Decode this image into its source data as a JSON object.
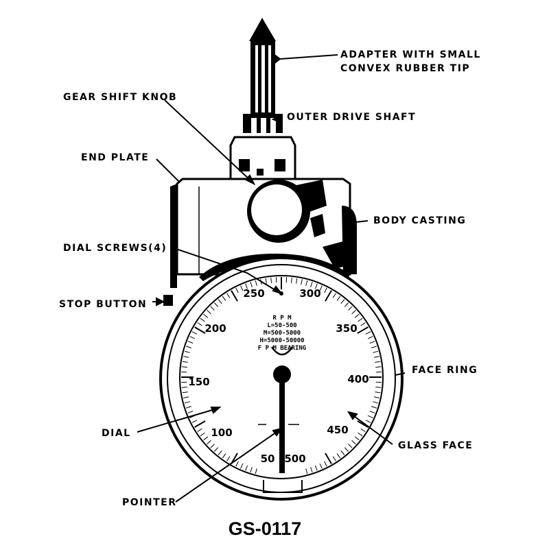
{
  "labels": {
    "adapter_line1": "ADAPTER WITH SMALL",
    "adapter_line2": "CONVEX RUBBER TIP",
    "gear_shift_knob": "GEAR SHIFT KNOB",
    "outer_drive_shaft": "OUTER DRIVE SHAFT",
    "end_plate": "END PLATE",
    "body_casting": "BODY CASTING",
    "dial_screws": "DIAL SCREWS(4)",
    "stop_button": "STOP BUTTON",
    "face_ring": "FACE RING",
    "dial": "DIAL",
    "glass_face": "GLASS FACE",
    "pointer": "POINTER"
  },
  "dial_numbers": [
    "250",
    "300",
    "200",
    "350",
    "150",
    "400",
    "100",
    "450",
    "50",
    "500"
  ],
  "dial_center_text": [
    "R P M",
    "L=50-500",
    "M=500-5000",
    "H=5000-50000",
    "F P M  BEARING"
  ],
  "figure_id": "GS-0117"
}
